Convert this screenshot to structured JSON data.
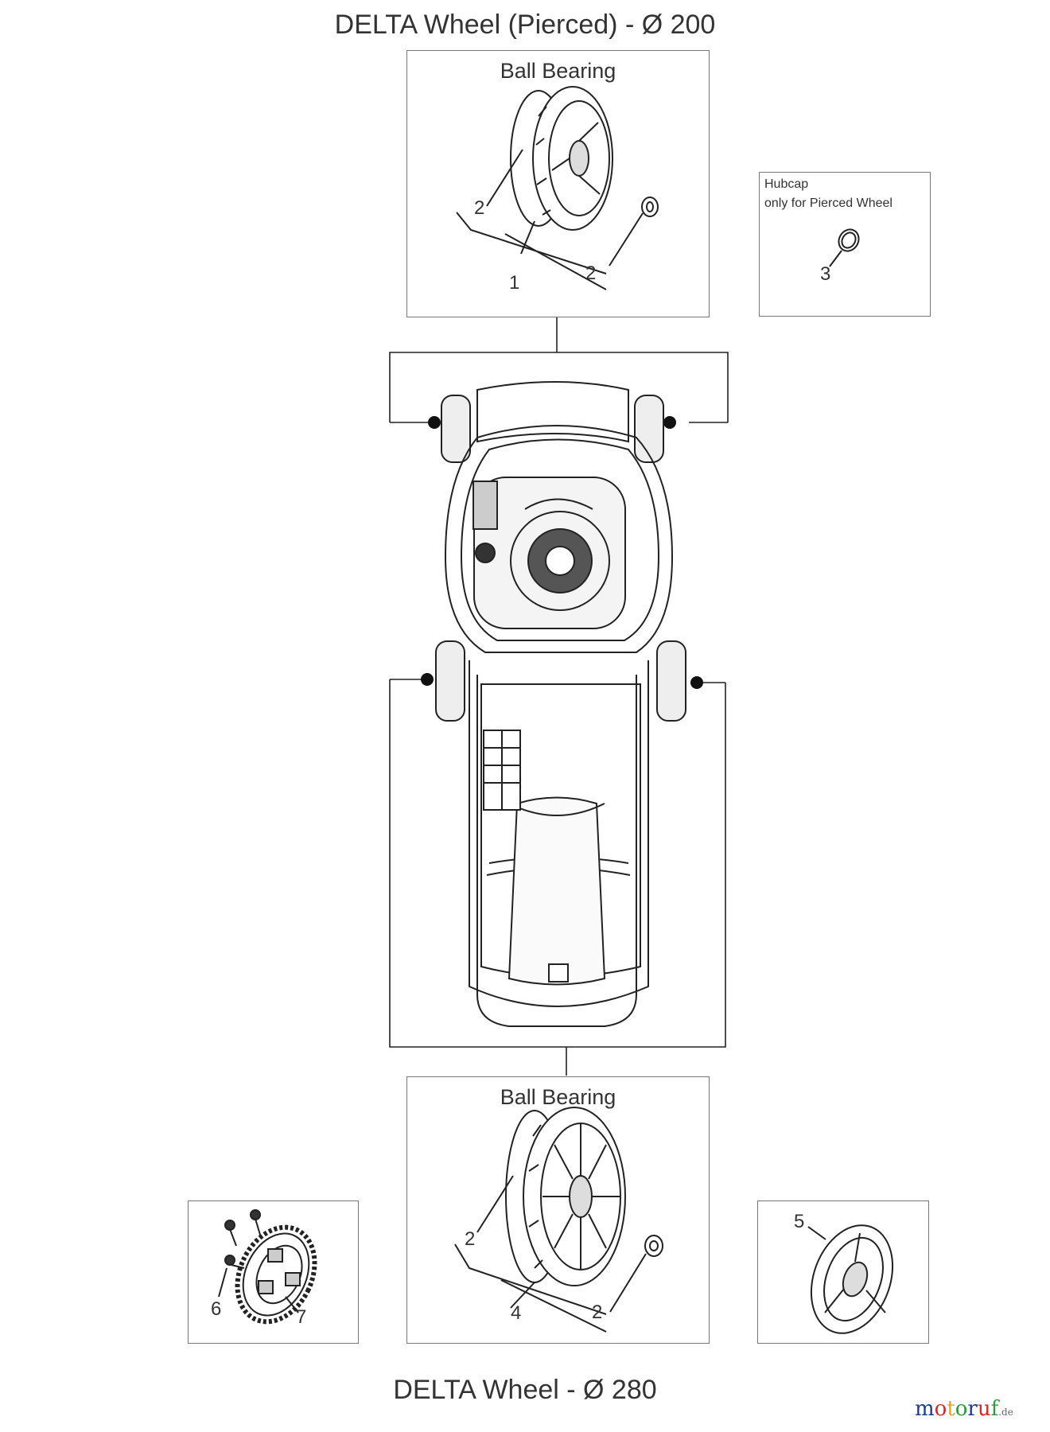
{
  "titles": {
    "top": "DELTA Wheel (Pierced) -  Ø 200",
    "bottom": "DELTA Wheel -  Ø 280"
  },
  "panels": {
    "top_wheel": {
      "label": "Ball Bearing",
      "callouts": [
        "2",
        "1",
        "2"
      ]
    },
    "hubcap": {
      "label_line1": "Hubcap",
      "label_line2": "only for Pierced Wheel",
      "callout": "3"
    },
    "bottom_wheel": {
      "label": "Ball Bearing",
      "callouts": [
        "2",
        "4",
        "2"
      ]
    },
    "gear": {
      "callouts": [
        "6",
        "7"
      ]
    },
    "cover": {
      "callout": "5"
    }
  },
  "watermark": {
    "text": "motoruf",
    "tld": ".de",
    "colors": [
      "#1a3a9c",
      "#d42a2a",
      "#e6a21a",
      "#2a9c3a",
      "#1a3a9c",
      "#d42a2a",
      "#2a9c3a"
    ]
  }
}
